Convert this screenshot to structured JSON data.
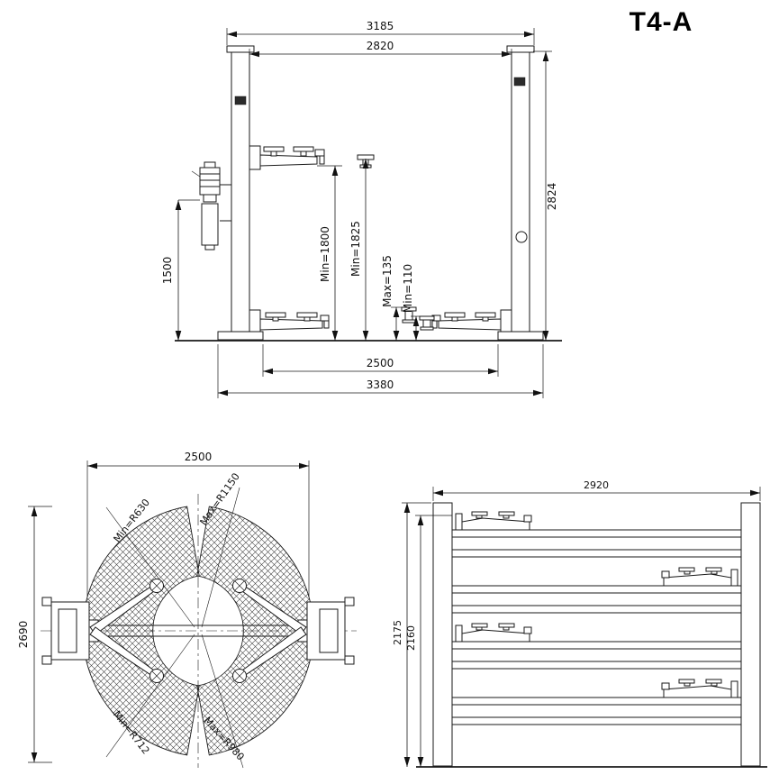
{
  "title": "T4-A",
  "front_view": {
    "dims": {
      "width_top": "3185",
      "width_inner": "2820",
      "height_overall": "2824",
      "power_unit_height": "1500",
      "min_lift_arm": "Min=1800",
      "min_lift_pad": "Min=1825",
      "pad_max": "Max=135",
      "pad_min": "Min=110",
      "width_drive_through": "2500",
      "width_overall_base": "3380"
    }
  },
  "plan_view": {
    "dims": {
      "width": "2500",
      "depth": "2690",
      "front_arm_min": "Min=R630",
      "front_arm_max": "Max=R1150",
      "rear_arm_min": "Min=R712",
      "rear_arm_max": "Max=R980"
    }
  },
  "side_view": {
    "dims": {
      "width": "2920",
      "height_outer": "2175",
      "height_inner": "2160"
    }
  }
}
